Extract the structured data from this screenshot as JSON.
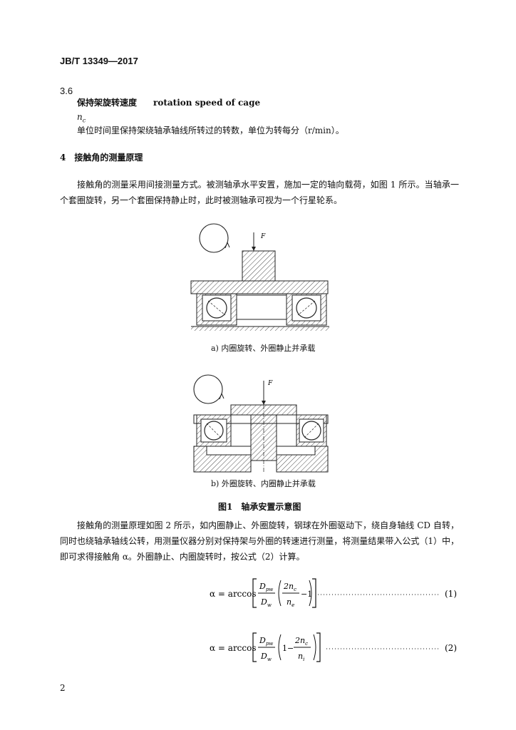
{
  "header": {
    "doc_id": "JB/T 13349—2017"
  },
  "section_3_6": {
    "number": "3.6",
    "term_zh": "保持架旋转速度",
    "term_en": "rotation speed of cage",
    "symbol": "n",
    "symbol_sub": "c",
    "definition": "单位时间里保持架绕轴承轴线所转过的转数，单位为转每分（r/min）。"
  },
  "section_4": {
    "heading": "4　接触角的测量原理",
    "para1": "接触角的测量采用间接测量方式。被测轴承水平安置，施加一定的轴向载荷，如图 1 所示。当轴承一个套圈旋转，另一个套圈保持静止时，此时被测轴承可视为一个行星轮系。",
    "para2": "接触角的测量原理如图 2 所示，如内圈静止、外圈旋转，钢球在外圈驱动下，绕自身轴线 CD 自转，同时也绕轴承轴线公转，用测量仪器分别对保持架与外圈的转速进行测量，将测量结果带入公式（1）中，即可求得接触角 α。外圈静止、内圈旋转时，按公式（2）计算。"
  },
  "figure": {
    "force_label": "F",
    "caption_a": "a) 内圈旋转、外圈静止并承载",
    "caption_b": "b) 外圈旋转、内圈静止并承载",
    "title": "图1　轴承安置示意图"
  },
  "formulas": [
    {
      "lhs": "α = arccos",
      "num": "D",
      "num_sub": "pw",
      "den": "D",
      "den_sub": "w",
      "frac2_num": "2n",
      "frac2_num_sub": "c",
      "frac2_den": "n",
      "frac2_den_sub": "e",
      "tail": "−1",
      "number": "(1)"
    },
    {
      "lhs": "α = arccos",
      "num": "D",
      "num_sub": "pw",
      "den": "D",
      "den_sub": "w",
      "head": "1−",
      "frac2_num": "2n",
      "frac2_num_sub": "c",
      "frac2_den": "n",
      "frac2_den_sub": "i",
      "number": "(2)"
    }
  ],
  "footer": {
    "page": "2"
  }
}
